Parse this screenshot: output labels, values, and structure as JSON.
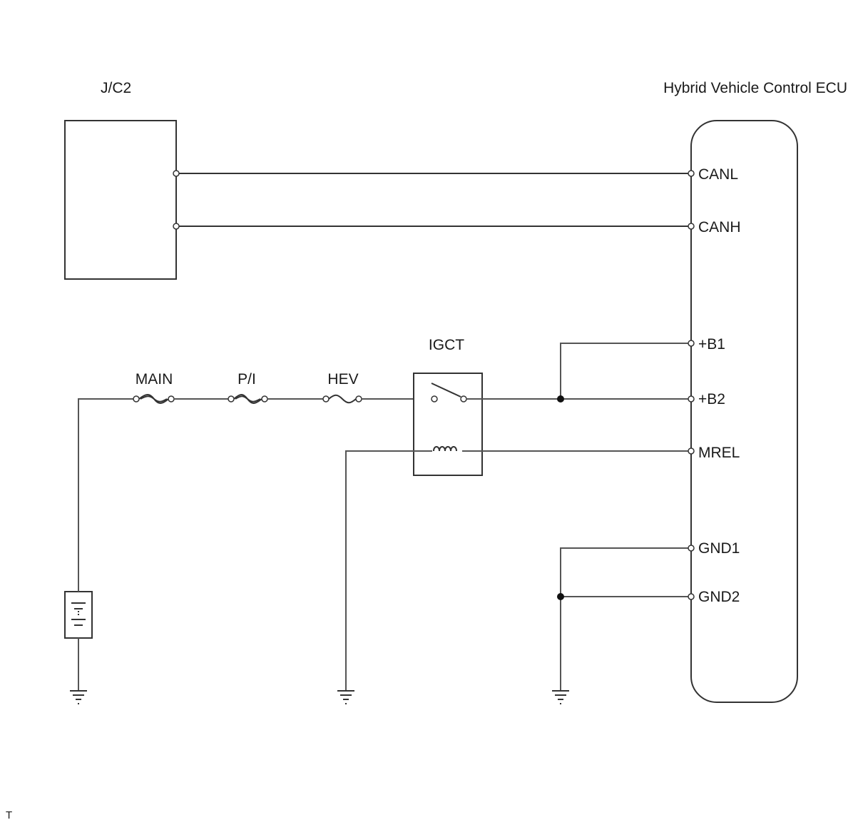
{
  "components": {
    "jc2": "J/C2",
    "ecu": "Hybrid Vehicle Control ECU",
    "relay": "IGCT"
  },
  "fuses": {
    "main": "MAIN",
    "pi": "P/I",
    "hev": "HEV"
  },
  "ecu_terminals": {
    "canl": "CANL",
    "canh": "CANH",
    "b1": "+B1",
    "b2": "+B2",
    "mrel": "MREL",
    "gnd1": "GND1",
    "gnd2": "GND2"
  },
  "corner_mark": "T"
}
